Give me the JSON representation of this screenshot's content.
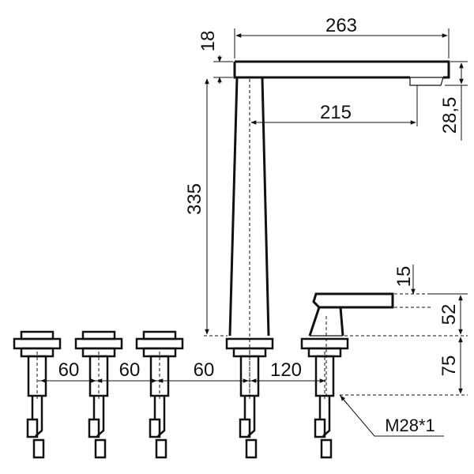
{
  "drawing": {
    "dimensions": {
      "overall_reach": "263",
      "spout_thickness": "18",
      "spout_to_outlet": "215",
      "outlet_height": "28,5",
      "spout_height": "335",
      "handle_thickness": "15",
      "handle_height": "52",
      "body_height": "75",
      "spacing_1": "60",
      "spacing_2": "60",
      "spacing_3": "60",
      "spacing_4": "120",
      "thread": "M28*1"
    },
    "line_color": "#111111",
    "background": "#ffffff"
  }
}
